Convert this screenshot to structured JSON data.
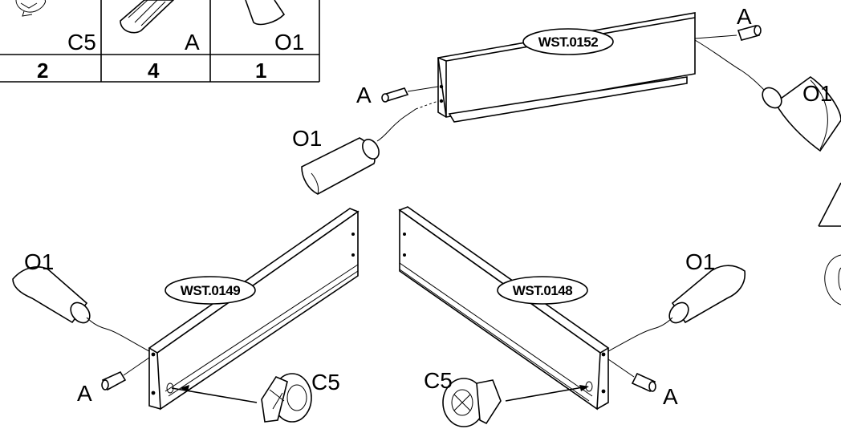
{
  "parts_table": {
    "columns": [
      {
        "code": "C5",
        "qty": "2",
        "icon": "cam-lock-icon"
      },
      {
        "code": "A",
        "qty": "4",
        "icon": "wooden-dowel-icon"
      },
      {
        "code": "O1",
        "qty": "1",
        "icon": "glue-tube-icon"
      }
    ]
  },
  "panels": {
    "top": {
      "code": "WST.0152"
    },
    "left": {
      "code": "WST.0149"
    },
    "right": {
      "code": "WST.0148"
    }
  },
  "callouts": {
    "dowel": "A",
    "glue": "O1",
    "cam": "C5"
  }
}
